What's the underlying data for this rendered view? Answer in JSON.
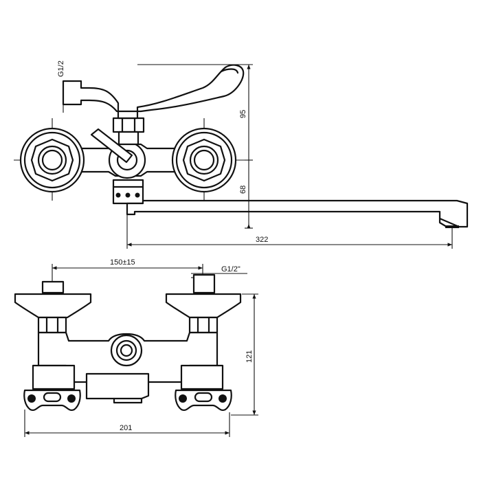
{
  "drawing": {
    "top_view": {
      "dim_inlet_thread": "G1/2",
      "dim_height_upper": "95",
      "dim_height_lower": "68",
      "dim_spout_length": "322"
    },
    "front_view": {
      "dim_center_distance": "150±15",
      "dim_inlet_thread": "G1/2\"",
      "dim_height": "121",
      "dim_width": "201"
    }
  }
}
